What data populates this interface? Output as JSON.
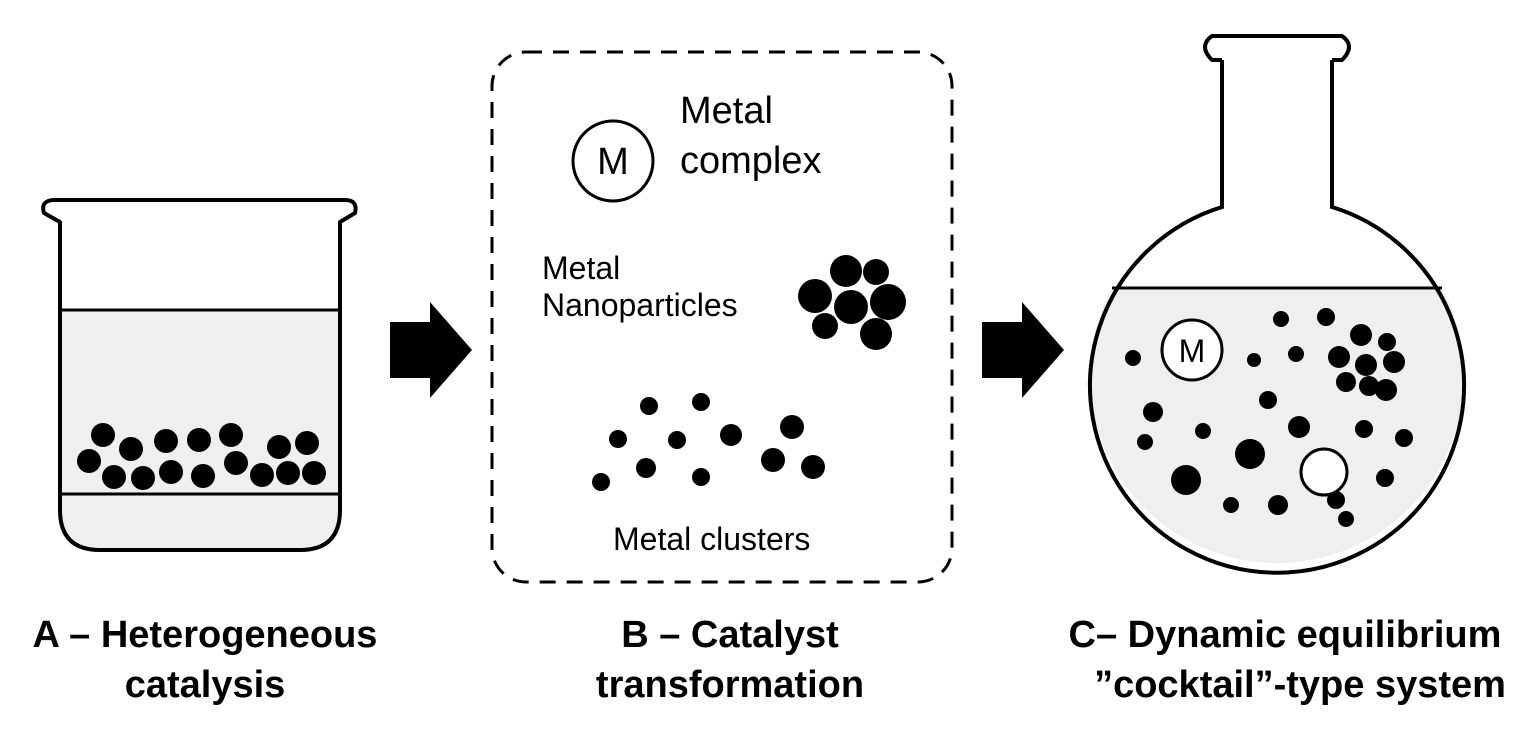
{
  "panel_b": {
    "complex_symbol": "M",
    "complex_label_line1": "Metal",
    "complex_label_line2": "complex",
    "nanoparticles_label_line1": "Metal",
    "nanoparticles_label_line2": "Nanoparticles",
    "clusters_label": "Metal clusters"
  },
  "panel_c": {
    "complex_symbol": "M"
  },
  "captions": {
    "a_line1": "A – Heterogeneous",
    "a_line2": "catalysis",
    "b_line1": "B – Catalyst",
    "b_line2": "transformation",
    "c_line1": "C– Dynamic equilibrium",
    "c_line2": "”cocktail”-type system"
  },
  "icons": [
    "beaker-icon",
    "arrow-right-icon",
    "round-bottom-flask-icon"
  ],
  "colors": {
    "ink": "#000000",
    "liquid": "#efefef",
    "background": "#ffffff"
  }
}
